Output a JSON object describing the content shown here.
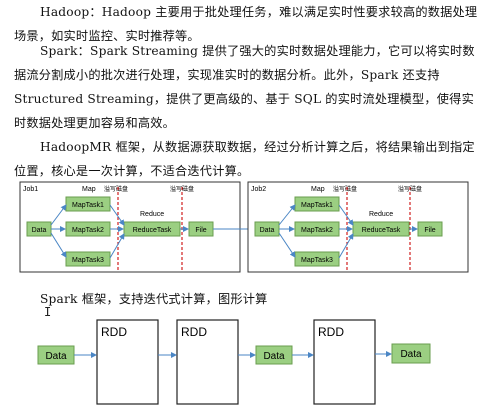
{
  "paragraphs": {
    "hadoop": "Hadoop：Hadoop 主要用于批处理任务，难以满足实时性要求较高的数据处理场景，如实时监控、实时推荐等。",
    "spark": "Spark：Spark Streaming 提供了强大的实时数据处理能力，它可以将实时数据流分割成小的批次进行处理，实现准实时的数据分析。此外，Spark 还支持 Structured Streaming，提供了更高级的、基于 SQL 的实时流处理模型，使得实时数据处理更加容易和高效。",
    "mr": "HadoopMR 框架，从数据源获取数据，经过分析计算之后，将结果输出到指定位置，核心是一次计算，不适合迭代计算。",
    "spark_frame": "Spark 框架，支持迭代式计算，图形计算"
  },
  "cursor_glyph": "I",
  "mr_diagram": {
    "job1": "Job1",
    "job2": "Job2",
    "map": "Map",
    "reduce": "Reduce",
    "disk_write": "溢写磁盘",
    "data": "Data",
    "maptask1": "MapTask1",
    "maptask2": "MapTask2",
    "maptask3": "MapTask3",
    "reducetask": "ReduceTask",
    "file": "File"
  },
  "spark_diagram": {
    "rdd": "RDD",
    "data": "Data"
  },
  "colors": {
    "green_fill": "#9bcf82",
    "green_border": "#6a9d4f",
    "arrow": "#4a86c5",
    "dashed_red": "#d02020",
    "text": "#111111"
  }
}
